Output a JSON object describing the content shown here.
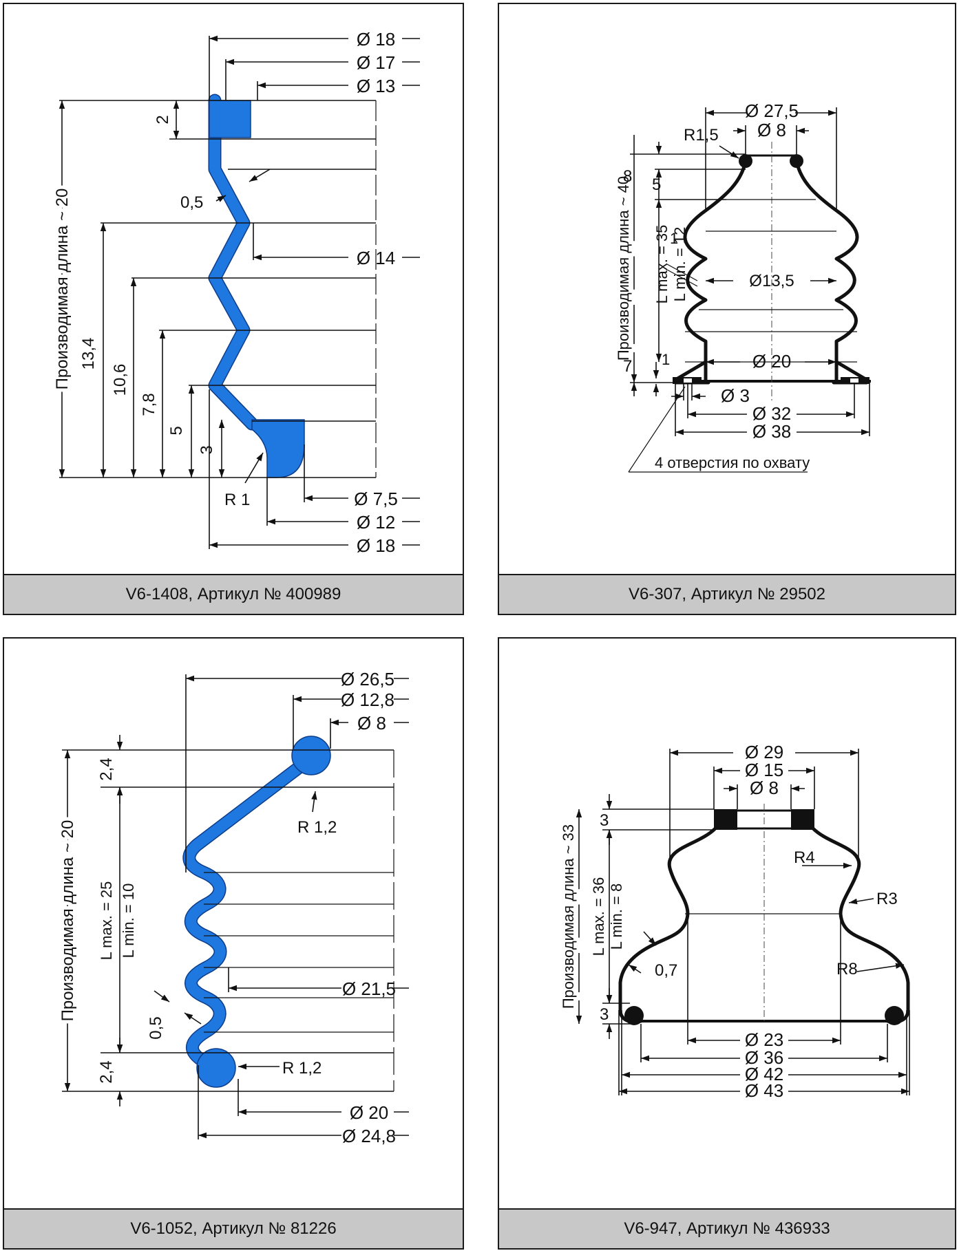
{
  "panels": [
    {
      "caption": "V6-1408, Артикул № 400989",
      "dims": {
        "d18_top": "Ø 18",
        "d17": "Ø 17",
        "d13": "Ø 13",
        "d14": "Ø 14",
        "d7_5": "Ø 7,5",
        "d12": "Ø 12",
        "d18_bottom": "Ø 18",
        "h2": "2",
        "t0_5": "0,5",
        "len": "Производимая длина ~ 20",
        "h13_4": "13,4",
        "h10_6": "10,6",
        "h7_8": "7,8",
        "h5": "5",
        "h3": "3",
        "r1": "R 1"
      }
    },
    {
      "caption": "V6-307, Артикул № 29502",
      "dims": {
        "d27_5": "Ø 27,5",
        "d8": "Ø 8",
        "r1_5": "R1,5",
        "h8": "8",
        "h5": "5",
        "len": "Производимая длина ~ 40",
        "lmax": "L max. = 35",
        "lmin": "L min. = 12",
        "t1": "1",
        "d13_5": "Ø13,5",
        "h7": "7",
        "h1": "1",
        "d20": "Ø 20",
        "d3": "Ø 3",
        "d32": "Ø 32",
        "d38": "Ø 38",
        "holes": "4 отверстия по охвату"
      }
    },
    {
      "caption": "V6-1052, Артикул № 81226",
      "dims": {
        "d26_5": "Ø 26,5",
        "d12_8": "Ø 12,8",
        "d8": "Ø 8",
        "h2_4_top": "2,4",
        "r1_2_top": "R 1,2",
        "len": "Производимая длина ~ 20",
        "lmax": "L max. = 25",
        "lmin": "L min. = 10",
        "d21_5": "Ø 21,5",
        "t0_5": "0,5",
        "h2_4_bottom": "2,4",
        "r1_2_bottom": "R 1,2",
        "d20": "Ø 20",
        "d24_8": "Ø 24,8"
      }
    },
    {
      "caption": "V6-947, Артикул № 436933",
      "dims": {
        "d29": "Ø 29",
        "d15": "Ø 15",
        "d8": "Ø 8",
        "h3_top": "3",
        "r4": "R4",
        "r3": "R3",
        "len": "Производимая длина ~ 33",
        "lmax": "L max. = 36",
        "lmin": "L min. = 8",
        "t0_7": "0,7",
        "r8": "R8",
        "h3_bottom": "3",
        "d23": "Ø 23",
        "d36": "Ø 36",
        "d42": "Ø 42",
        "d43": "Ø 43"
      }
    }
  ],
  "colors": {
    "part_blue": "#1e78e0",
    "caption_bg": "#c8c8c8",
    "line": "#111111"
  },
  "icons": {
    "arrowheads": "dimension-arrow"
  }
}
